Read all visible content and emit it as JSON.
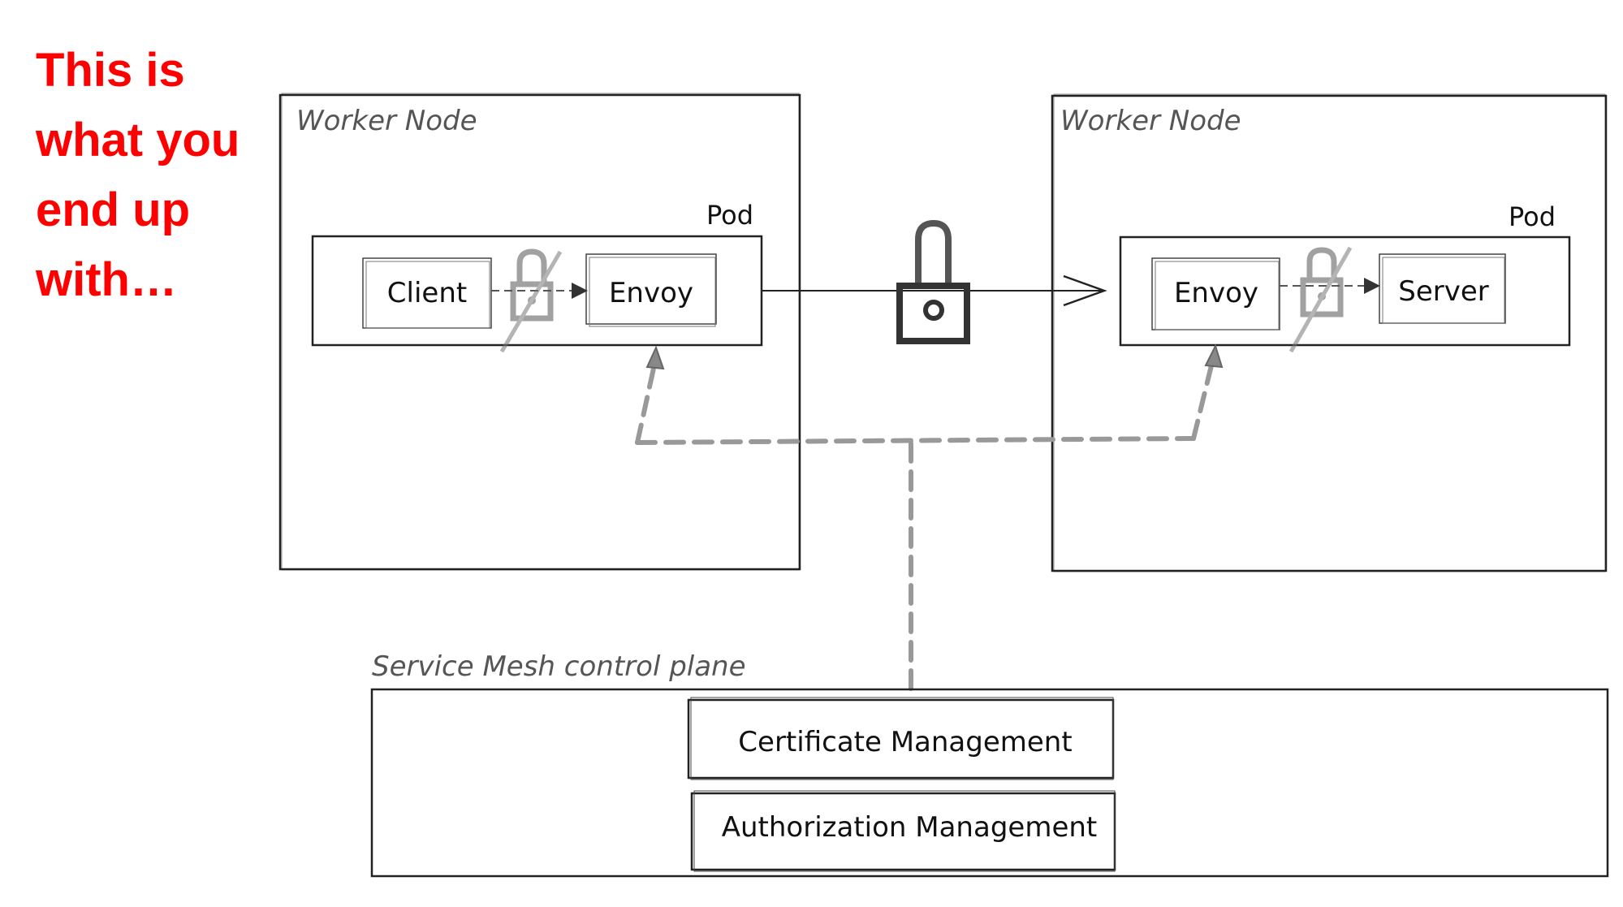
{
  "headline": "This is what you end up with…",
  "nodes": {
    "left": {
      "title": "Worker Node",
      "pod_label": "Pod",
      "app": "Client",
      "proxy": "Envoy"
    },
    "right": {
      "title": "Worker Node",
      "pod_label": "Pod",
      "app": "Server",
      "proxy": "Envoy"
    }
  },
  "control_plane": {
    "title": "Service Mesh control plane",
    "components": [
      "Certificate Management",
      "Authorization Management"
    ]
  },
  "icons": {
    "tunnel": "lock-icon",
    "local_hop": "crossed-out-lock-icon"
  },
  "colors": {
    "headline": "#ff0000",
    "lines": "#222222",
    "dashed": "#999999"
  }
}
